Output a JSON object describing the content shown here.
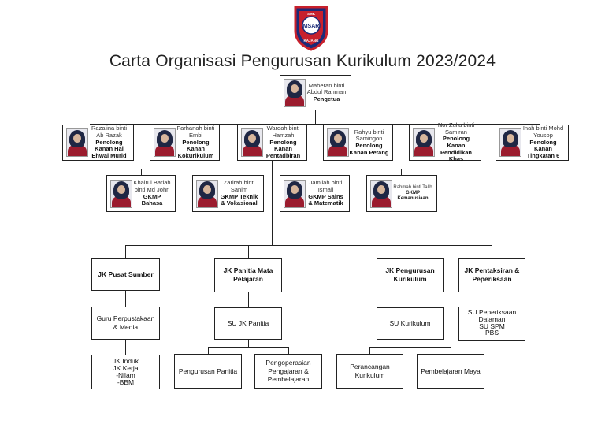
{
  "logo": {
    "text": "MSAR",
    "subtext": "KAJANG",
    "top_text": "SMK"
  },
  "title": "Carta Organisasi Pengurusan Kurikulum 2023/2024",
  "principal": {
    "name": "Maheran binti Abdul Rahman",
    "role": "Pengetua"
  },
  "senior_assistants": [
    {
      "name": "Razalina binti Ab Razak",
      "role": "Penolong Kanan Hal Ehwal Murid"
    },
    {
      "name": "Farhanah binti Embi",
      "role": "Penolong Kanan Kokurikulum"
    },
    {
      "name": "Wardah binti Hamzah",
      "role": "Penolong Kanan Pentadbiran"
    },
    {
      "name": "Rahyu binti Samingon",
      "role": "Penolong Kanan Petang"
    },
    {
      "name": "Nor Zulia binti Samiran",
      "role": "Penolong Kanan Pendidikan Khas"
    },
    {
      "name": "Inah binti Mohd Yousop",
      "role": "Penolong Kanan Tingkatan 6"
    }
  ],
  "gkmp": [
    {
      "name": "Khairul Bariah binti Md Johri",
      "role": "GKMP Bahasa"
    },
    {
      "name": "Zarirah binti Sanim",
      "role": "GKMP Teknik & Vokasional"
    },
    {
      "name": "Jamilah binti Ismail",
      "role": "GKMP Sains & Matematik"
    },
    {
      "name": "Rahmah binti Talib",
      "role": "GKMP Kemanusiaan"
    }
  ],
  "committees": [
    "JK Pusat Sumber",
    "JK Panitia Mata Pelajaran",
    "JK Pengurusan Kurikulum",
    "JK Pentaksiran & Peperiksaan"
  ],
  "level2": {
    "media": "Guru Perpustakaan & Media",
    "su_panitia": "SU JK Panitia",
    "su_kurikulum": "SU Kurikulum",
    "su_peperiksaan": [
      "SU Peperiksaan Dalaman",
      "SU SPM",
      "PBS"
    ]
  },
  "level3": {
    "jk_induk": [
      "JK Induk",
      "JK Kerja",
      "-Nilam",
      "-BBM"
    ],
    "pengurusan_panitia": "Pengurusan Panitia",
    "pengoperasian": "Pengoperasian Pengajaran & Pembelajaran",
    "perancangan": "Perancangan Kurikulum",
    "pembelajaran_maya": "Pembelajaran Maya"
  },
  "colors": {
    "line": "#222222",
    "logo_red": "#c8202c",
    "logo_blue": "#1b2a78",
    "uniform": "#9b1c2e"
  }
}
